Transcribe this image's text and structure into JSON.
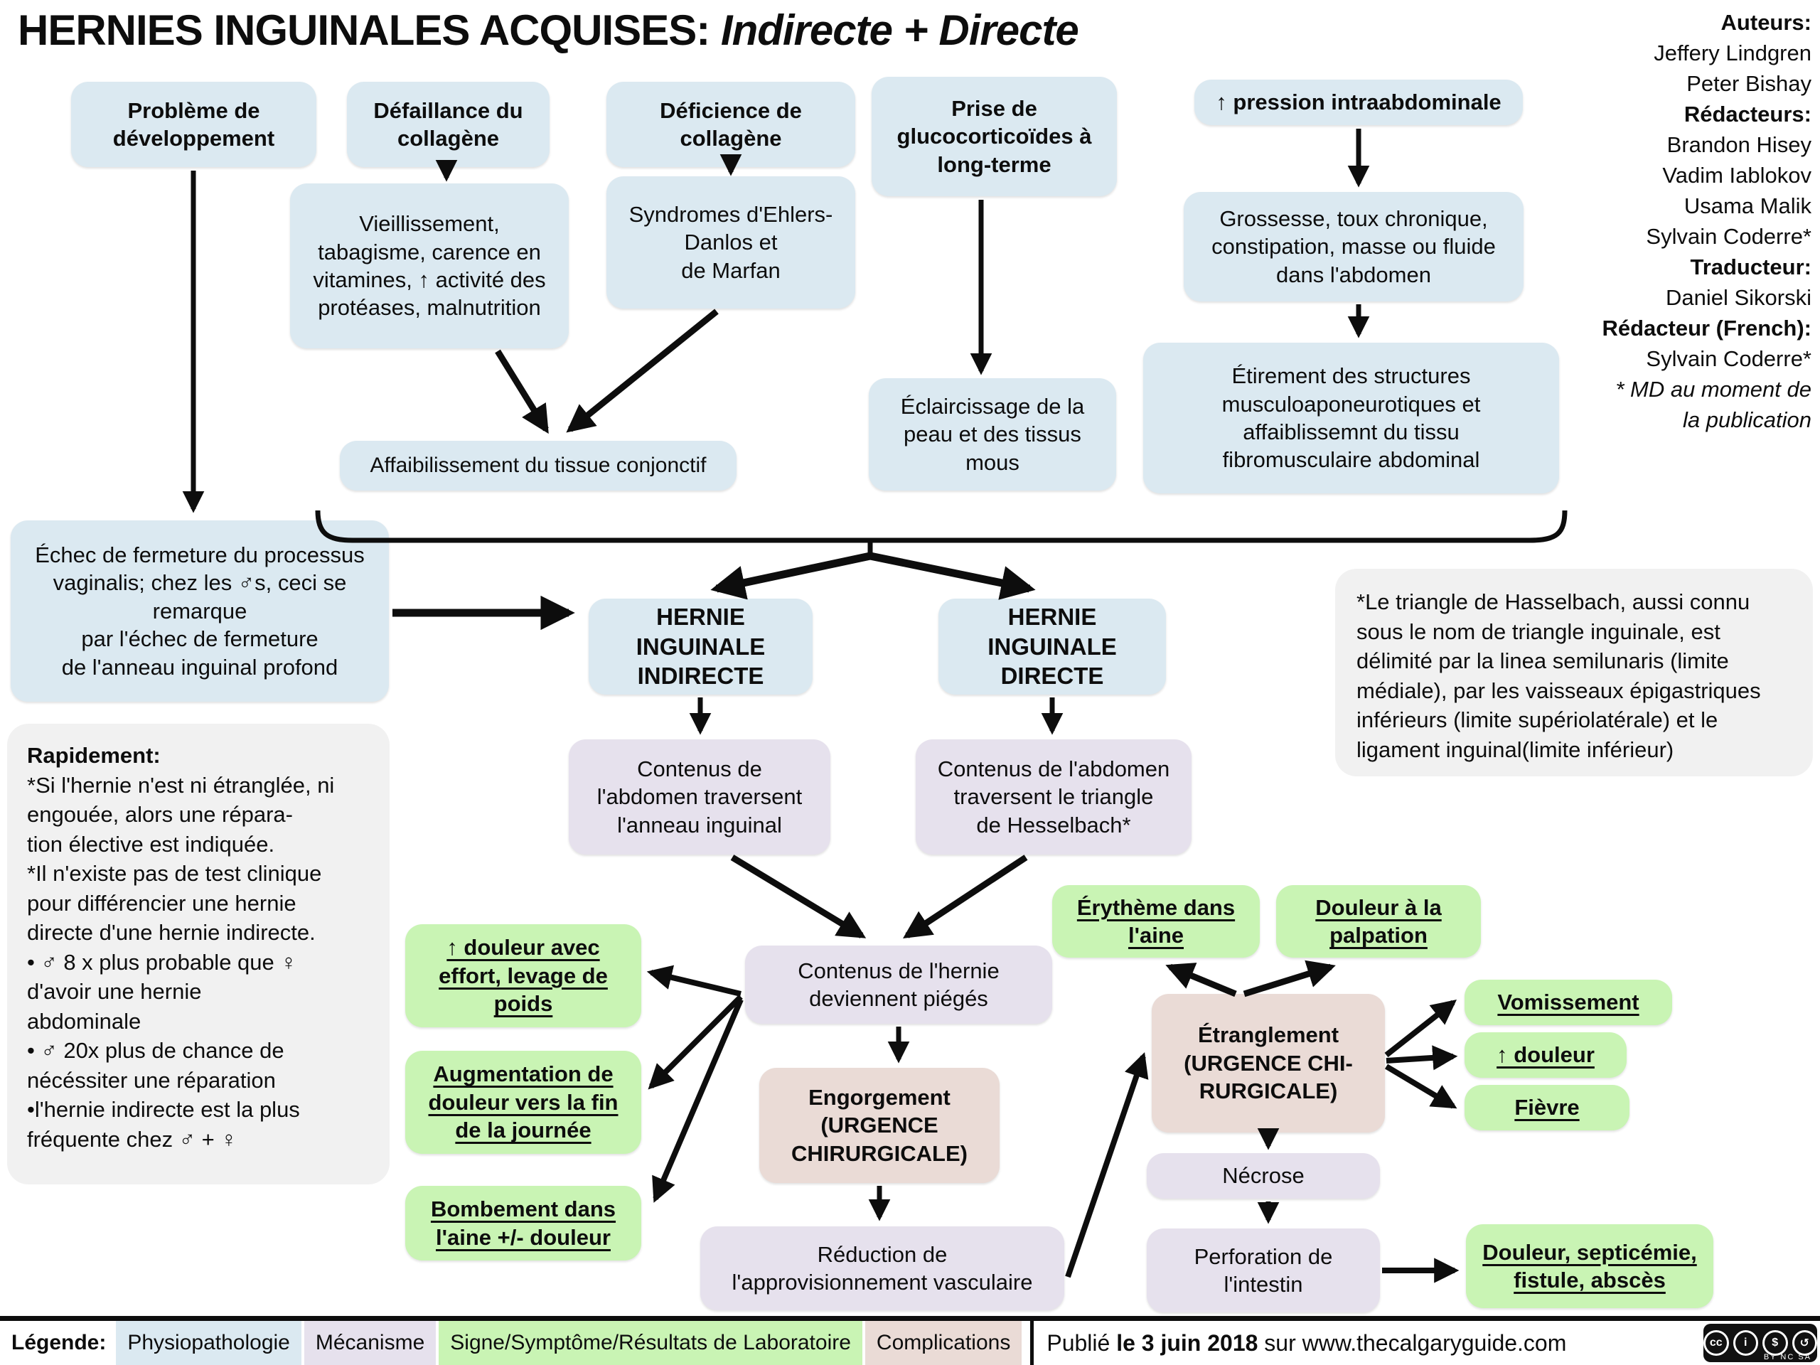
{
  "title": {
    "text": "HERNIES INGUINALES ACQUISES:",
    "italic": "Indirecte + Directe"
  },
  "credits": [
    {
      "text": "Auteurs:",
      "style": "bold"
    },
    {
      "text": "Jeffery Lindgren"
    },
    {
      "text": "Peter Bishay"
    },
    {
      "text": "Rédacteurs:",
      "style": "bold"
    },
    {
      "text": "Brandon Hisey"
    },
    {
      "text": "Vadim Iablokov"
    },
    {
      "text": "Usama Malik"
    },
    {
      "text": "Sylvain Coderre*"
    },
    {
      "text": "Traducteur:",
      "style": "bold"
    },
    {
      "text": "Daniel Sikorski"
    },
    {
      "text": "Rédacteur (French):",
      "style": "bold"
    },
    {
      "text": "Sylvain Coderre*"
    },
    {
      "text": "* MD au moment de",
      "style": "italic"
    },
    {
      "text": "la publication",
      "style": "italic"
    }
  ],
  "palette": {
    "physiopathologie": "#dbe9f1",
    "mecanisme": "#e6e1ed",
    "signe": "#c9f4b4",
    "complication": "#eadbd6",
    "note": "#f1f1f1"
  },
  "nodes": [
    {
      "id": "probleme-developpement",
      "label": "Problème de\ndéveloppement",
      "category": "physiopathologie",
      "emphasis": "bold"
    },
    {
      "id": "defaillance-collagene",
      "label": "Défaillance du\ncollagène",
      "category": "physiopathologie",
      "emphasis": "bold"
    },
    {
      "id": "deficience-collagene",
      "label": "Déficience de\ncollagène",
      "category": "physiopathologie",
      "emphasis": "bold"
    },
    {
      "id": "prise-glucocorticoides",
      "label": "Prise de\nglucocorticoïdes à\nlong-terme",
      "category": "physiopathologie",
      "emphasis": "bold"
    },
    {
      "id": "pression-intraabdominale",
      "label": "↑ pression intraabdominale",
      "category": "physiopathologie",
      "emphasis": "bold"
    },
    {
      "id": "vieillissement",
      "label": "Vieillissement,\ntabagisme, carence en\nvitamines, ↑ activité des\nprotéases, malnutrition",
      "category": "physiopathologie"
    },
    {
      "id": "syndromes-ehlers-marfan",
      "label": "Syndromes d'Ehlers-\nDanlos et\nde Marfan",
      "category": "physiopathologie"
    },
    {
      "id": "grossesse-toux",
      "label": "Grossesse, toux chronique,\nconstipation, masse ou fluide\ndans l'abdomen",
      "category": "physiopathologie"
    },
    {
      "id": "eclaircissage-peau",
      "label": "Éclaircissage de la\npeau et des tissus\nmous",
      "category": "physiopathologie"
    },
    {
      "id": "etirement-structures",
      "label": "Étirement des structures\nmusculoaponeurotiques et\naffaiblissemnt du tissu\nfibromusculaire abdominal",
      "category": "physiopathologie"
    },
    {
      "id": "affaibilissement-tissu",
      "label": "Affaibilissement du tissue conjonctif",
      "category": "physiopathologie"
    },
    {
      "id": "echec-fermeture",
      "label": "Échec de fermeture du processus\nvaginalis; chez les ♂s, ceci se\nremarque\npar l'échec de fermeture\nde l'anneau inguinal profond",
      "category": "physiopathologie"
    },
    {
      "id": "hernie-inguinale-indirecte",
      "label": "HERNIE INGUINALE\nINDIRECTE",
      "category": "physiopathologie",
      "emphasis": "bold",
      "caps": true
    },
    {
      "id": "hernie-inguinale-directe",
      "label": "HERNIE INGUINALE\nDIRECTE",
      "category": "physiopathologie",
      "emphasis": "bold",
      "caps": true
    },
    {
      "id": "contenus-anneau-inguinal",
      "label": "Contenus de\nl'abdomen traversent\nl'anneau inguinal",
      "category": "mecanisme"
    },
    {
      "id": "contenus-hesselbach",
      "label": "Contenus de l'abdomen\ntraversent le triangle\nde Hesselbach*",
      "category": "mecanisme"
    },
    {
      "id": "contenus-pieges",
      "label": "Contenus de l'hernie\ndeviennent piégés",
      "category": "mecanisme"
    },
    {
      "id": "douleur-effort",
      "label": "↑ douleur avec\neffort, levage de\npoids",
      "category": "signe"
    },
    {
      "id": "augmentation-douleur-journee",
      "label": "Augmentation de\ndouleur vers la fin\nde la journée",
      "category": "signe"
    },
    {
      "id": "bombement-aine",
      "label": "Bombement dans\nl'aine +/- douleur",
      "category": "signe"
    },
    {
      "id": "engorgement",
      "label": "Engorgement\n(URGENCE\nCHIRURGICALE)",
      "category": "complication",
      "emphasis": "bold"
    },
    {
      "id": "reduction-vasculaire",
      "label": "Réduction de\nl'approvisionnement vasculaire",
      "category": "mecanisme"
    },
    {
      "id": "erytheme-aine",
      "label": "Érythème dans\nl'aine",
      "category": "signe"
    },
    {
      "id": "douleur-palpation",
      "label": "Douleur à la\npalpation",
      "category": "signe"
    },
    {
      "id": "etranglement",
      "label": "Étranglement\n(URGENCE CHI-\nRURGICALE)",
      "category": "complication",
      "emphasis": "bold"
    },
    {
      "id": "vomissement",
      "label": "Vomissement",
      "category": "signe"
    },
    {
      "id": "augmentation-douleur",
      "label": "↑ douleur",
      "category": "signe"
    },
    {
      "id": "fievre",
      "label": "Fièvre",
      "category": "signe"
    },
    {
      "id": "necrose",
      "label": "Nécrose",
      "category": "mecanisme"
    },
    {
      "id": "perforation-intestin",
      "label": "Perforation de\nl'intestin",
      "category": "mecanisme"
    },
    {
      "id": "douleur-septicemie",
      "label": "Douleur, septicémie,\nfistule, abscès",
      "category": "signe"
    }
  ],
  "notes": {
    "hasselbach": "*Le triangle de Hasselbach, aussi connu sous le nom de triangle inguinale, est délimité par la linea semilunaris (limite médiale), par les vaisseaux épigastriques inférieurs (limite supériolatérale) et le ligament inguinal(limite inférieur)",
    "rapidement_title": "Rapidement:",
    "rapidement_body": "*Si l'hernie n'est ni étranglée, ni\nengouée, alors une répara-\ntion élective est indiquée.\n*Il n'existe pas de test clinique\npour différencier une hernie\ndirecte d'une hernie indirecte.\n• ♂ 8 x plus probable que ♀\nd'avoir une hernie\nabdominale\n• ♂ 20x plus de chance de\nnécéssiter une réparation\n•l'hernie indirecte est la plus\nfréquente chez ♂ + ♀"
  },
  "legend": {
    "label": "Légende:",
    "items": [
      {
        "label": "Physiopathologie",
        "category": "physiopathologie"
      },
      {
        "label": "Mécanisme",
        "category": "mecanisme"
      },
      {
        "label": "Signe/Symptôme/Résultats de Laboratoire",
        "category": "signe"
      },
      {
        "label": "Complications",
        "category": "complication"
      }
    ]
  },
  "footer": {
    "published_prefix": "Publié ",
    "published_date": "le 3 juin 2018",
    "published_suffix": " sur www.thecalgaryguide.com",
    "license": {
      "cc": "cc",
      "by": "i",
      "nc": "$",
      "sa": "↺",
      "terms": "BY NC SA"
    }
  }
}
